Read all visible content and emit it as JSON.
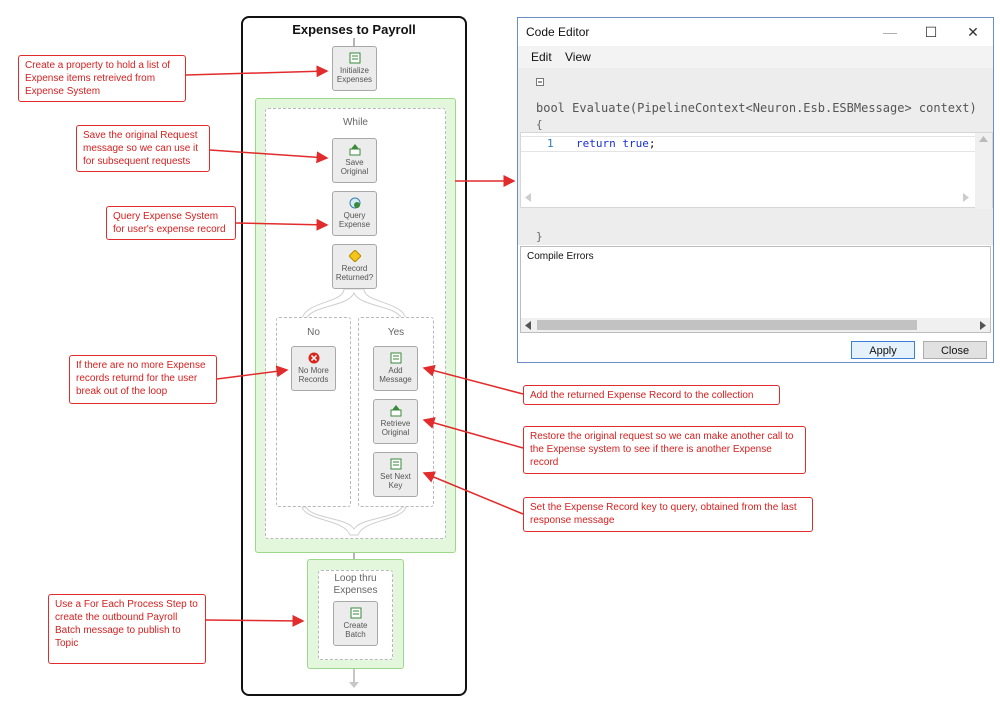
{
  "workflow": {
    "title": "Expenses to Payroll",
    "while_label": "While",
    "no_label": "No",
    "yes_label": "Yes",
    "loop_label": "Loop thru Expenses",
    "steps": {
      "initialize": "Initialize Expenses",
      "save_original": "Save Original",
      "query_expense": "Query Expense",
      "record_returned": "Record Returned?",
      "no_more_records": "No More Records",
      "add_message": "Add Message",
      "retrieve_original": "Retrieve Original",
      "set_next_key": "Set Next Key",
      "create_batch": "Create Batch"
    }
  },
  "annotations": {
    "create_property": "Create a property to hold a list of Expense items retreived from Expense System",
    "save_request": "Save the original Request message so we can use it for subsequent requests",
    "query_system": "Query Expense System for user's expense record",
    "no_more": "If there are no more Expense records returnd for the user break out of the loop",
    "for_each": "Use a For Each Process Step to create the outbound Payroll Batch message to publish to Topic",
    "add_record": "Add the returned Expense Record to the collection",
    "restore_request": "Restore the original request so we can make another call to the Expense system to see if there is another Expense record",
    "set_key": "Set the Expense Record key to query, obtained from the last response message"
  },
  "editor": {
    "title": "Code Editor",
    "menu": [
      "Edit",
      "View"
    ],
    "signature": "bool Evaluate(PipelineContext<Neuron.Esb.ESBMessage> context)",
    "open_brace": "{",
    "close_brace": "}",
    "line_number": "1",
    "code_keyword1": "return",
    "code_keyword2": "true",
    "code_end": ";",
    "compile_errors_label": "Compile Errors",
    "apply_label": "Apply",
    "close_label": "Close",
    "minimize_icon": "minimize-icon",
    "maximize_icon": "maximize-icon",
    "close_icon": "close-icon"
  },
  "colors": {
    "annotation": "#e22b2b",
    "green_zone": "#e3f7dc",
    "keyword": "#1a2fd6"
  }
}
